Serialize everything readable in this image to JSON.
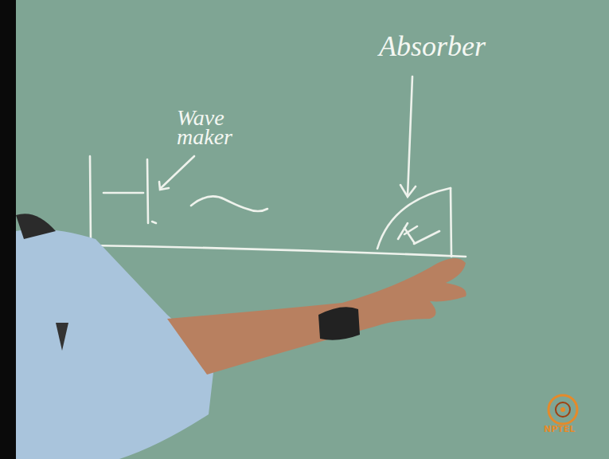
{
  "diagram": {
    "labels": [
      "Wave maker",
      "Absorber",
      "NPTEL"
    ]
  }
}
